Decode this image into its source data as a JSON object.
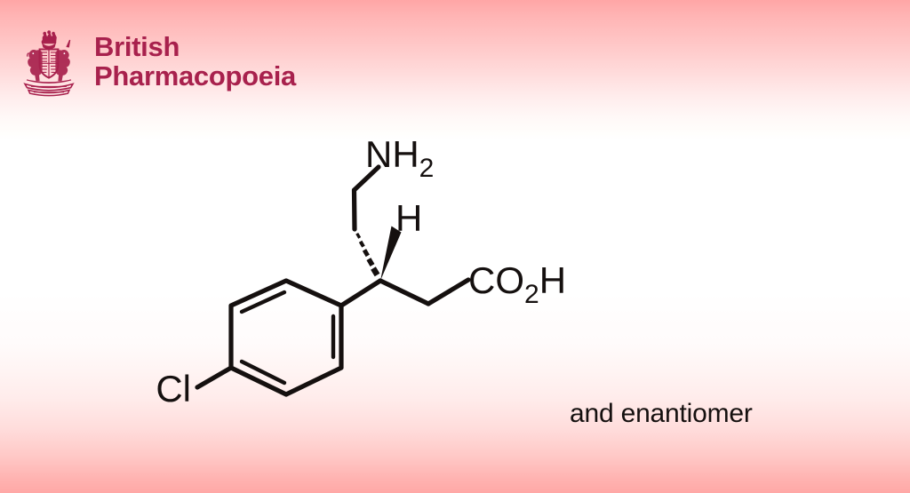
{
  "page": {
    "background_top_color": "#ffa6a6",
    "background_mid_color": "#ffffff",
    "background_bottom_color": "#ffa8a6"
  },
  "header": {
    "brand_color": "#a8214d",
    "crest_icon": "royal-coat-of-arms-icon",
    "title_line1": "British",
    "title_line2": "Pharmacopoeia"
  },
  "structure": {
    "name": "baclofen-skeletal-structure",
    "bond_color": "#15100f",
    "labels": {
      "amine": "NH",
      "amine_sub": "2",
      "hydrogen": "H",
      "carboxyl_c": "CO",
      "carboxyl_sub": "2",
      "carboxyl_h": "H",
      "chlorine": "Cl"
    },
    "stereo": {
      "hashed_bond": "to-CH2NH2",
      "wedge_bond": "to-H"
    },
    "ring": "para-chlorophenyl",
    "enantiomer_note": "and enantiomer"
  }
}
